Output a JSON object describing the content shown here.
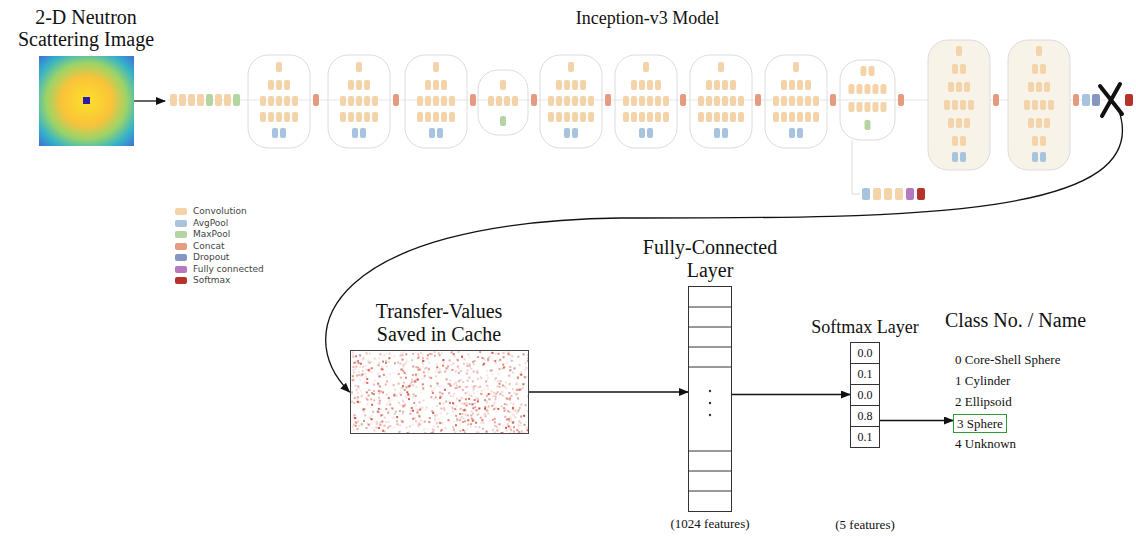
{
  "diagram": {
    "nodes": [
      {
        "text": [
          "2-D Neutron Scattering Image"
        ]
      },
      {
        "text": [
          "Inception-v3 Model"
        ]
      },
      {
        "text": [
          "Transfer-Values Saved in Cache"
        ]
      },
      {
        "text": [
          "Fully-Connected Layer",
          "(1024 features)"
        ]
      },
      {
        "text": [
          "Softmax Layer",
          "(5 features)"
        ]
      },
      {
        "text": [
          "0.0"
        ],
        "in": 4
      },
      {
        "text": [
          "0.1"
        ],
        "in": 4
      },
      {
        "text": [
          "0.0"
        ],
        "in": 4
      },
      {
        "text": [
          "0.8"
        ],
        "in": 4
      },
      {
        "text": [
          "0.1"
        ],
        "in": 4
      },
      {
        "text": [
          "3 Sphere"
        ]
      }
    ],
    "edges": [
      {
        "from": 0,
        "to": 1,
        "arrow": "to"
      },
      {
        "from": 1,
        "to": 2,
        "arrow": "to"
      },
      {
        "from": 2,
        "to": 3,
        "arrow": "to"
      },
      {
        "from": 3,
        "to": 4,
        "arrow": "to"
      },
      {
        "from": 8,
        "to": 10,
        "arrow": "to"
      }
    ],
    "labels": [
      "Class No. / Name",
      "0 Core-Shell Sphere",
      "1 Cylinder",
      "2 Ellipsoid",
      "4 Unknown"
    ],
    "legend": [
      {
        "text": "Convolution",
        "color": "#f4d3a8"
      },
      {
        "text": "AvgPool",
        "color": "#a7c3de"
      },
      {
        "text": "MaxPool",
        "color": "#b4d5a2"
      },
      {
        "text": "Concat",
        "color": "#e69a80"
      },
      {
        "text": "Dropout",
        "color": "#8596c0"
      },
      {
        "text": "Fully connected",
        "color": "#b678c0"
      },
      {
        "text": "Softmax",
        "color": "#b5332a"
      }
    ]
  }
}
